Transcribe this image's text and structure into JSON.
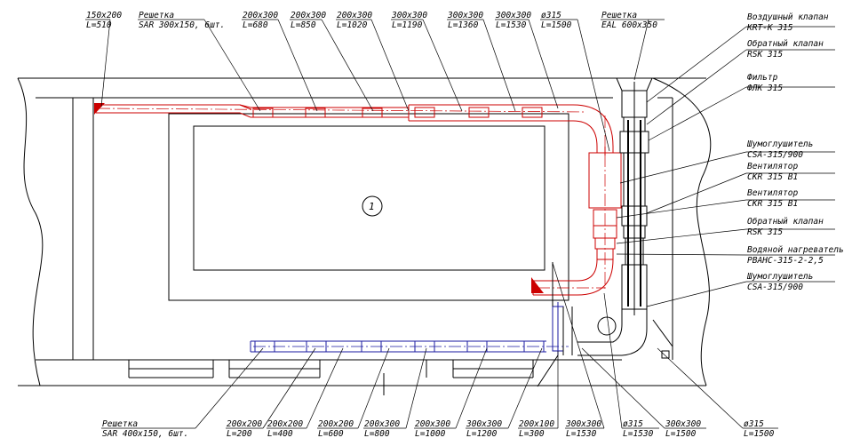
{
  "room_number": "1",
  "top_labels": [
    {
      "id": "t1",
      "l1": "150x200",
      "l2": "L=510"
    },
    {
      "id": "t2",
      "l1": "Решетка",
      "l2": "SAR 300x150, 6шт."
    },
    {
      "id": "t3",
      "l1": "200x300",
      "l2": "L=680"
    },
    {
      "id": "t4",
      "l1": "200x300",
      "l2": "L=850"
    },
    {
      "id": "t5",
      "l1": "200x300",
      "l2": "L=1020"
    },
    {
      "id": "t6",
      "l1": "300x300",
      "l2": "L=1190"
    },
    {
      "id": "t7",
      "l1": "300x300",
      "l2": "L=1360"
    },
    {
      "id": "t8",
      "l1": "300x300",
      "l2": "L=1530"
    },
    {
      "id": "t9",
      "l1": "ø315",
      "l2": "L=1500"
    },
    {
      "id": "t10",
      "l1": "Решетка",
      "l2": "EAL 600x350"
    }
  ],
  "right_labels": [
    {
      "id": "r1",
      "l1": "Воздушный клапан",
      "l2": "KRT-K 315"
    },
    {
      "id": "r2",
      "l1": "Обратный клапан",
      "l2": "RSK 315"
    },
    {
      "id": "r3",
      "l1": "Фильтр",
      "l2": "ФЛК 315"
    },
    {
      "id": "r4",
      "l1": "Шумоглушитель",
      "l2": "CSA-315/900"
    },
    {
      "id": "r5",
      "l1": "Вентилятор",
      "l2": "CKR 315 B1"
    },
    {
      "id": "r6",
      "l1": "Вентилятор",
      "l2": "CKR 315 B1"
    },
    {
      "id": "r7",
      "l1": "Обратный клапан",
      "l2": "RSK 315"
    },
    {
      "id": "r8",
      "l1": "Водяной нагреватель",
      "l2": "PBAHC-315-2-2,5"
    },
    {
      "id": "r9",
      "l1": "Шумоглушитель",
      "l2": "CSA-315/900"
    }
  ],
  "bottom_labels": [
    {
      "id": "b1",
      "l1": "Решетка",
      "l2": "SAR 400x150, 6шт."
    },
    {
      "id": "b2",
      "l1": "200x200",
      "l2": "L=200"
    },
    {
      "id": "b3",
      "l1": "200x200",
      "l2": "L=400"
    },
    {
      "id": "b4",
      "l1": "200x200",
      "l2": "L=600"
    },
    {
      "id": "b5",
      "l1": "200x300",
      "l2": "L=800"
    },
    {
      "id": "b6",
      "l1": "200x300",
      "l2": "L=1000"
    },
    {
      "id": "b7",
      "l1": "300x300",
      "l2": "L=1200"
    },
    {
      "id": "b8",
      "l1": "200x100",
      "l2": "L=300"
    },
    {
      "id": "b9",
      "l1": "300x300",
      "l2": "L=1530"
    },
    {
      "id": "b10",
      "l1": "ø315",
      "l2": "L=1530"
    },
    {
      "id": "b11",
      "l1": "300x300",
      "l2": "L=1500"
    },
    {
      "id": "b12",
      "l1": "ø315",
      "l2": "L=1500"
    }
  ],
  "colors": {
    "supply_duct": "#cc0000",
    "exhaust_duct": "#1a1aa0",
    "lines": "#000000",
    "accent_fill": "#cc0000"
  }
}
